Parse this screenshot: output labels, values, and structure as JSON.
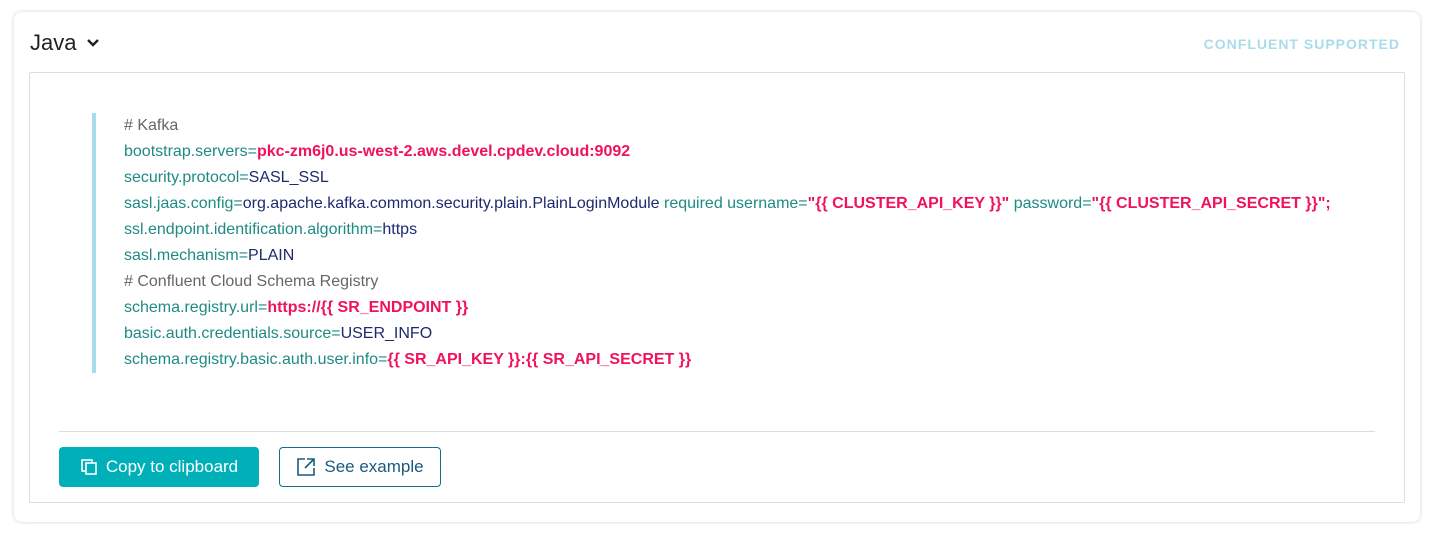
{
  "header": {
    "language": "Java",
    "badge": "CONFLUENT SUPPORTED"
  },
  "code": [
    [
      {
        "t": "c",
        "x": "# Kafka"
      }
    ],
    [
      {
        "t": "k",
        "x": "bootstrap.servers="
      },
      {
        "t": "s",
        "x": "pkc-zm6j0.us-west-2.aws.devel.cpdev.cloud:9092"
      }
    ],
    [
      {
        "t": "k",
        "x": "security.protocol="
      },
      {
        "t": "v",
        "x": "SASL_SSL"
      }
    ],
    [
      {
        "t": "k",
        "x": "sasl.jaas.config="
      },
      {
        "t": "v",
        "x": "org.apache.kafka.common.security.plain.PlainLoginModule"
      },
      {
        "t": "k",
        "x": " required username="
      },
      {
        "t": "s",
        "x": "\"{{ CLUSTER_API_KEY }}\""
      },
      {
        "t": "k",
        "x": " password="
      },
      {
        "t": "s",
        "x": "\"{{ CLUSTER_API_SECRET }}\";"
      }
    ],
    [
      {
        "t": "k",
        "x": "ssl.endpoint.identification.algorithm="
      },
      {
        "t": "v",
        "x": "https"
      }
    ],
    [
      {
        "t": "k",
        "x": "sasl.mechanism="
      },
      {
        "t": "v",
        "x": "PLAIN"
      }
    ],
    [
      {
        "t": "c",
        "x": "# Confluent Cloud Schema Registry"
      }
    ],
    [
      {
        "t": "k",
        "x": "schema.registry.url="
      },
      {
        "t": "s",
        "x": "https://{{ SR_ENDPOINT }}"
      }
    ],
    [
      {
        "t": "k",
        "x": "basic.auth.credentials.source="
      },
      {
        "t": "v",
        "x": "USER_INFO"
      }
    ],
    [
      {
        "t": "k",
        "x": "schema.registry.basic.auth.user.info="
      },
      {
        "t": "s",
        "x": "{{ SR_API_KEY }}:{{ SR_API_SECRET }}"
      }
    ]
  ],
  "buttons": {
    "copy": "Copy to clipboard",
    "example": "See example"
  },
  "colors": {
    "accent": "#00b0b9",
    "string": "#f0125a",
    "key": "#1f8a84",
    "value": "#1e2a6e"
  }
}
